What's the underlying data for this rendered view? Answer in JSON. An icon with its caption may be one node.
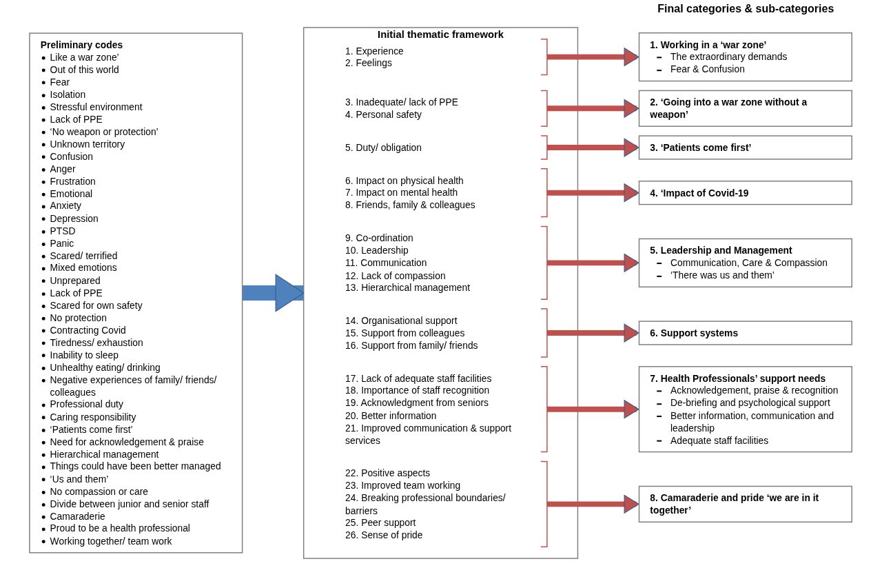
{
  "diagram": {
    "nodes": [
      {
        "text": [
          "Preliminary codes",
          "Like a war zone’",
          "Out of this world",
          "Fear",
          "Isolation",
          "Stressful environment",
          "Lack of PPE",
          "‘No weapon or protection’",
          "Unknown territory",
          "Confusion",
          "Anger",
          "Frustration",
          "Emotional",
          "Anxiety",
          "Depression",
          "PTSD",
          "Panic",
          "Scared/ terrified",
          "Mixed emotions",
          "Unprepared",
          "Lack of PPE",
          "Scared for own safety",
          "No protection",
          "Contracting Covid",
          "Tiredness/ exhaustion",
          "Inability to sleep",
          "Unhealthy eating/ drinking",
          "Negative experiences of family/ friends/ colleagues",
          "Professional duty",
          "Caring responsibility",
          "‘Patients come first’",
          "Need for acknowledgement & praise",
          "Hierarchical management",
          "Things could have been better managed",
          "‘Us and them’",
          "No compassion or care",
          "Divide between junior and senior staff",
          "Camaraderie",
          "Proud to be a health professional",
          "Working together/ team work"
        ]
      },
      {
        "text": [
          "Initial thematic framework"
        ]
      },
      {
        "text": [
          "1. Experience",
          "2. Feelings"
        ],
        "in": 1
      },
      {
        "text": [
          "3. Inadequate/ lack of PPE",
          "4. Personal safety"
        ],
        "in": 1
      },
      {
        "text": [
          "5. Duty/ obligation"
        ],
        "in": 1
      },
      {
        "text": [
          "6. Impact on physical health",
          "7. Impact on mental health",
          "8. Friends, family & colleagues"
        ],
        "in": 1
      },
      {
        "text": [
          "9. Co-ordination",
          "10. Leadership",
          "11. Communication",
          "12. Lack of compassion",
          "13. Hierarchical management"
        ],
        "in": 1
      },
      {
        "text": [
          "14. Organisational support",
          "15. Support from colleagues",
          "16. Support from family/ friends"
        ],
        "in": 1
      },
      {
        "text": [
          "17. Lack of adequate staff facilities",
          "18. Importance of staff recognition",
          "19. Acknowledgment from seniors",
          "20. Better information",
          "21. Improved communication & support services"
        ],
        "in": 1
      },
      {
        "text": [
          "22. Positive aspects",
          "23. Improved team working",
          "24. Breaking professional boundaries/ barriers",
          "25. Peer support",
          "26. Sense of pride"
        ],
        "in": 1
      },
      {
        "text": [
          "1. Working in a ‘war zone’",
          "The extraordinary demands",
          "Fear & Confusion"
        ]
      },
      {
        "text": [
          "2. ‘Going into a war zone without a weapon’"
        ]
      },
      {
        "text": [
          "3. ‘Patients come first’"
        ]
      },
      {
        "text": [
          "4. ‘Impact of Covid-19"
        ]
      },
      {
        "text": [
          "5. Leadership and Management",
          "Communication, Care & Compassion",
          "‘There was us and them’"
        ]
      },
      {
        "text": [
          "6. Support systems"
        ]
      },
      {
        "text": [
          "7. Health Professionals’ support needs",
          "Acknowledgement, praise & recognition",
          "De-briefing and psychological support",
          "Better information, communication and leadership",
          "Adequate staff facilities"
        ]
      },
      {
        "text": [
          "8. Camaraderie and pride ‘we are in it together’"
        ]
      }
    ],
    "edges": [
      {
        "from": 0,
        "to": 1,
        "arrow": "to",
        "style": "thick",
        "color": "#4f81bd"
      },
      {
        "from": 2,
        "to": 10,
        "arrow": "to"
      },
      {
        "from": 3,
        "to": 11,
        "arrow": "to"
      },
      {
        "from": 4,
        "to": 12,
        "arrow": "to"
      },
      {
        "from": 5,
        "to": 13,
        "arrow": "to"
      },
      {
        "from": 6,
        "to": 14,
        "arrow": "to"
      },
      {
        "from": 7,
        "to": 15,
        "arrow": "to"
      },
      {
        "from": 8,
        "to": 16,
        "arrow": "to"
      },
      {
        "from": 9,
        "to": 17,
        "arrow": "to"
      }
    ],
    "labels": [
      "Final categories & sub-categories"
    ]
  }
}
